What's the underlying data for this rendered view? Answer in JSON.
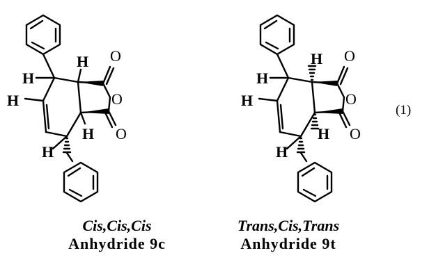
{
  "equation_number": "(1)",
  "structures": [
    {
      "stereo_label": "Cis,Cis,Cis",
      "name_label": "Anhydride 9c",
      "atoms": {
        "h": "H",
        "o": "O"
      }
    },
    {
      "stereo_label": "Trans,Cis,Trans",
      "name_label": "Anhydride 9t",
      "atoms": {
        "h": "H",
        "o": "O"
      }
    }
  ]
}
